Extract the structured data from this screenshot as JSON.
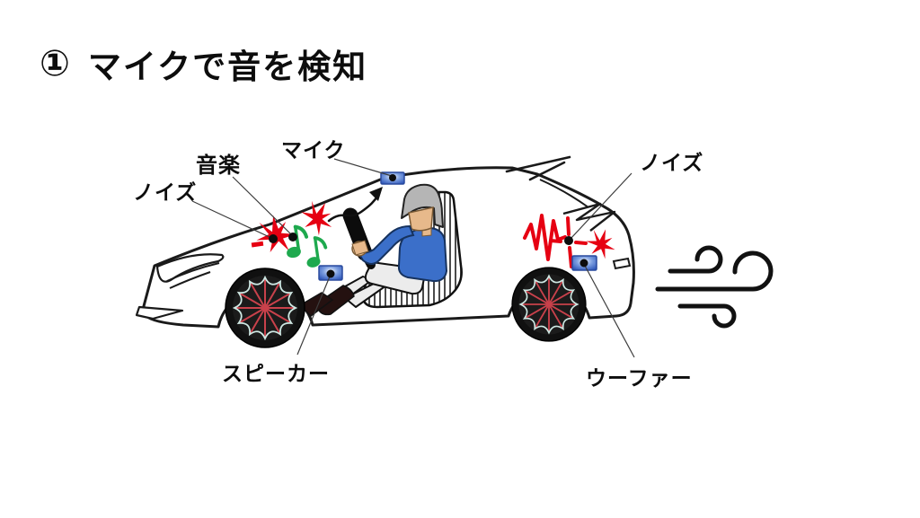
{
  "slide": {
    "title_number": "①",
    "title_text": "マイクで音を検知"
  },
  "annotations": {
    "mic": {
      "label": "マイク",
      "target": "microphone device on roof"
    },
    "music": {
      "label": "音楽",
      "target": "green music notes in cabin"
    },
    "noise_front": {
      "label": "ノイズ",
      "target": "red noise spark at front"
    },
    "noise_rear": {
      "label": "ノイズ",
      "target": "red noise spark at rear"
    },
    "speaker": {
      "label": "スピーカー",
      "target": "blue speaker box at floor"
    },
    "woofer": {
      "label": "ウーファー",
      "target": "blue woofer box at rear wheel"
    }
  },
  "icons": {
    "title_marker": "circled-digit-one",
    "mic_device": "small blue box with dot on roof",
    "speaker_device": "small blue box with dot near pedals",
    "woofer_device": "small blue box with dot above rear wheel",
    "noise_spark": "red jagged spark burst",
    "noise_waveform": "red zigzag sound wave",
    "music_notes": "two green eighth notes",
    "wind": "three wind gust lines with curls",
    "arrow_to_mic": "curved arrow pointing to roof microphone"
  },
  "colors": {
    "noise_red": "#e60012",
    "music_green": "#1ea94e",
    "device_blue": "#2d55b8",
    "shirt_blue": "#3b6fc9",
    "hair_gray": "#b5b5b5",
    "skin_tan": "#e7b98b",
    "outline": "#1a1a1a",
    "wheel_spoke_red": "#c9414b",
    "wheel_scallop_cyan": "#cfe9e4"
  }
}
